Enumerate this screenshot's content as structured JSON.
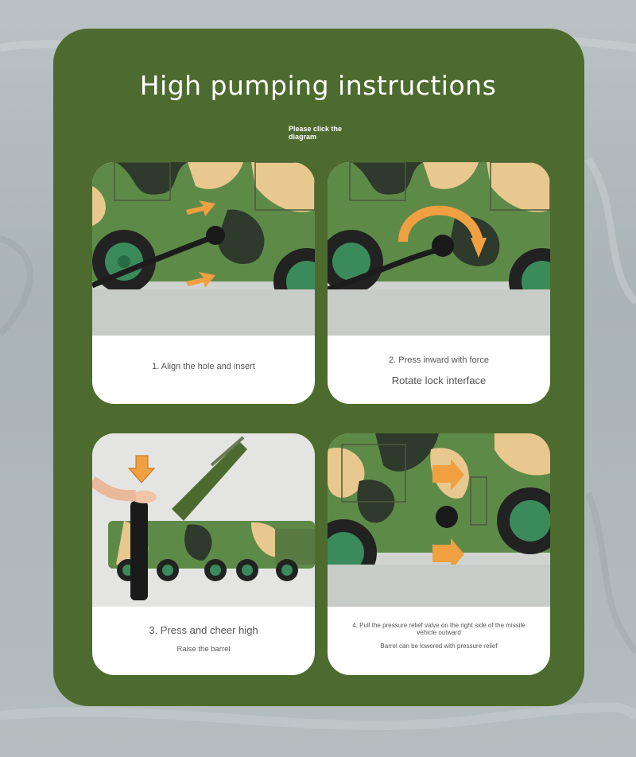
{
  "title": "High pumping instructions",
  "hint": "Please click the diagram",
  "steps": [
    {
      "lines": [
        "1. Align the hole and insert"
      ]
    },
    {
      "lines": [
        "2. Press inward with force",
        "Rotate lock interface"
      ]
    },
    {
      "lines": [
        "3. Press and cheer high",
        "Raise the barrel"
      ]
    },
    {
      "lines": [
        "4. Pull the pressure relief valve on the right side of the missile vehicle outward",
        "Barrel can be lowered with pressure relief"
      ]
    }
  ],
  "colors": {
    "panel": "#4d6b2f",
    "arrow": "#f0a040",
    "camo_tan": "#e8c88e",
    "camo_green": "#5e8a48",
    "camo_dark": "#2e3a2c"
  }
}
